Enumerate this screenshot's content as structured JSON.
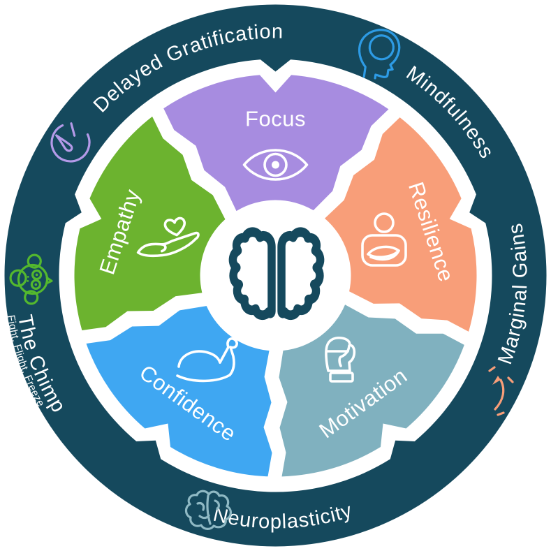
{
  "diagram": {
    "type": "wheel-infographic",
    "background": "#ffffff",
    "text_color": "#ffffff"
  },
  "center": {
    "icon": "brain-icon",
    "color": "#15495d"
  },
  "segments": [
    {
      "id": "focus",
      "label": "Focus",
      "color": "#a78ce0",
      "icon": "eye-icon"
    },
    {
      "id": "resilience",
      "label": "Resilience",
      "color": "#f89e79",
      "icon": "crossed-arms-icon"
    },
    {
      "id": "motivation",
      "label": "Motivation",
      "color": "#80b1bf",
      "icon": "boxing-glove-icon"
    },
    {
      "id": "confidence",
      "label": "Confidence",
      "color": "#3fa7f2",
      "icon": "flexed-bicep-icon"
    },
    {
      "id": "empathy",
      "label": "Empathy",
      "color": "#6cb32f",
      "icon": "heart-in-hand-icon"
    }
  ],
  "ring": {
    "color": "#15495d",
    "labels": [
      {
        "id": "delayed-gratification",
        "label": "Delayed Gratification",
        "icon": "stopwatch-icon",
        "icon_color": "#b49ae8"
      },
      {
        "id": "mindfulness",
        "label": "Mindfulness",
        "icon": "head-profile-icon",
        "icon_color": "#2d9be5"
      },
      {
        "id": "marginal-gains",
        "label": "Marginal Gains",
        "icon": "curved-arrow-icon",
        "icon_color": "#f89e79"
      },
      {
        "id": "neuroplasticity",
        "label": "Neuroplasticity",
        "icon": "brain-outline-icon",
        "icon_color": "#8fb9c4"
      },
      {
        "id": "the-chimp",
        "label": "The Chimp",
        "sublabel": "Fight, Flight, Freeze",
        "icon": "chimp-face-icon",
        "icon_color": "#54b82e"
      }
    ]
  }
}
